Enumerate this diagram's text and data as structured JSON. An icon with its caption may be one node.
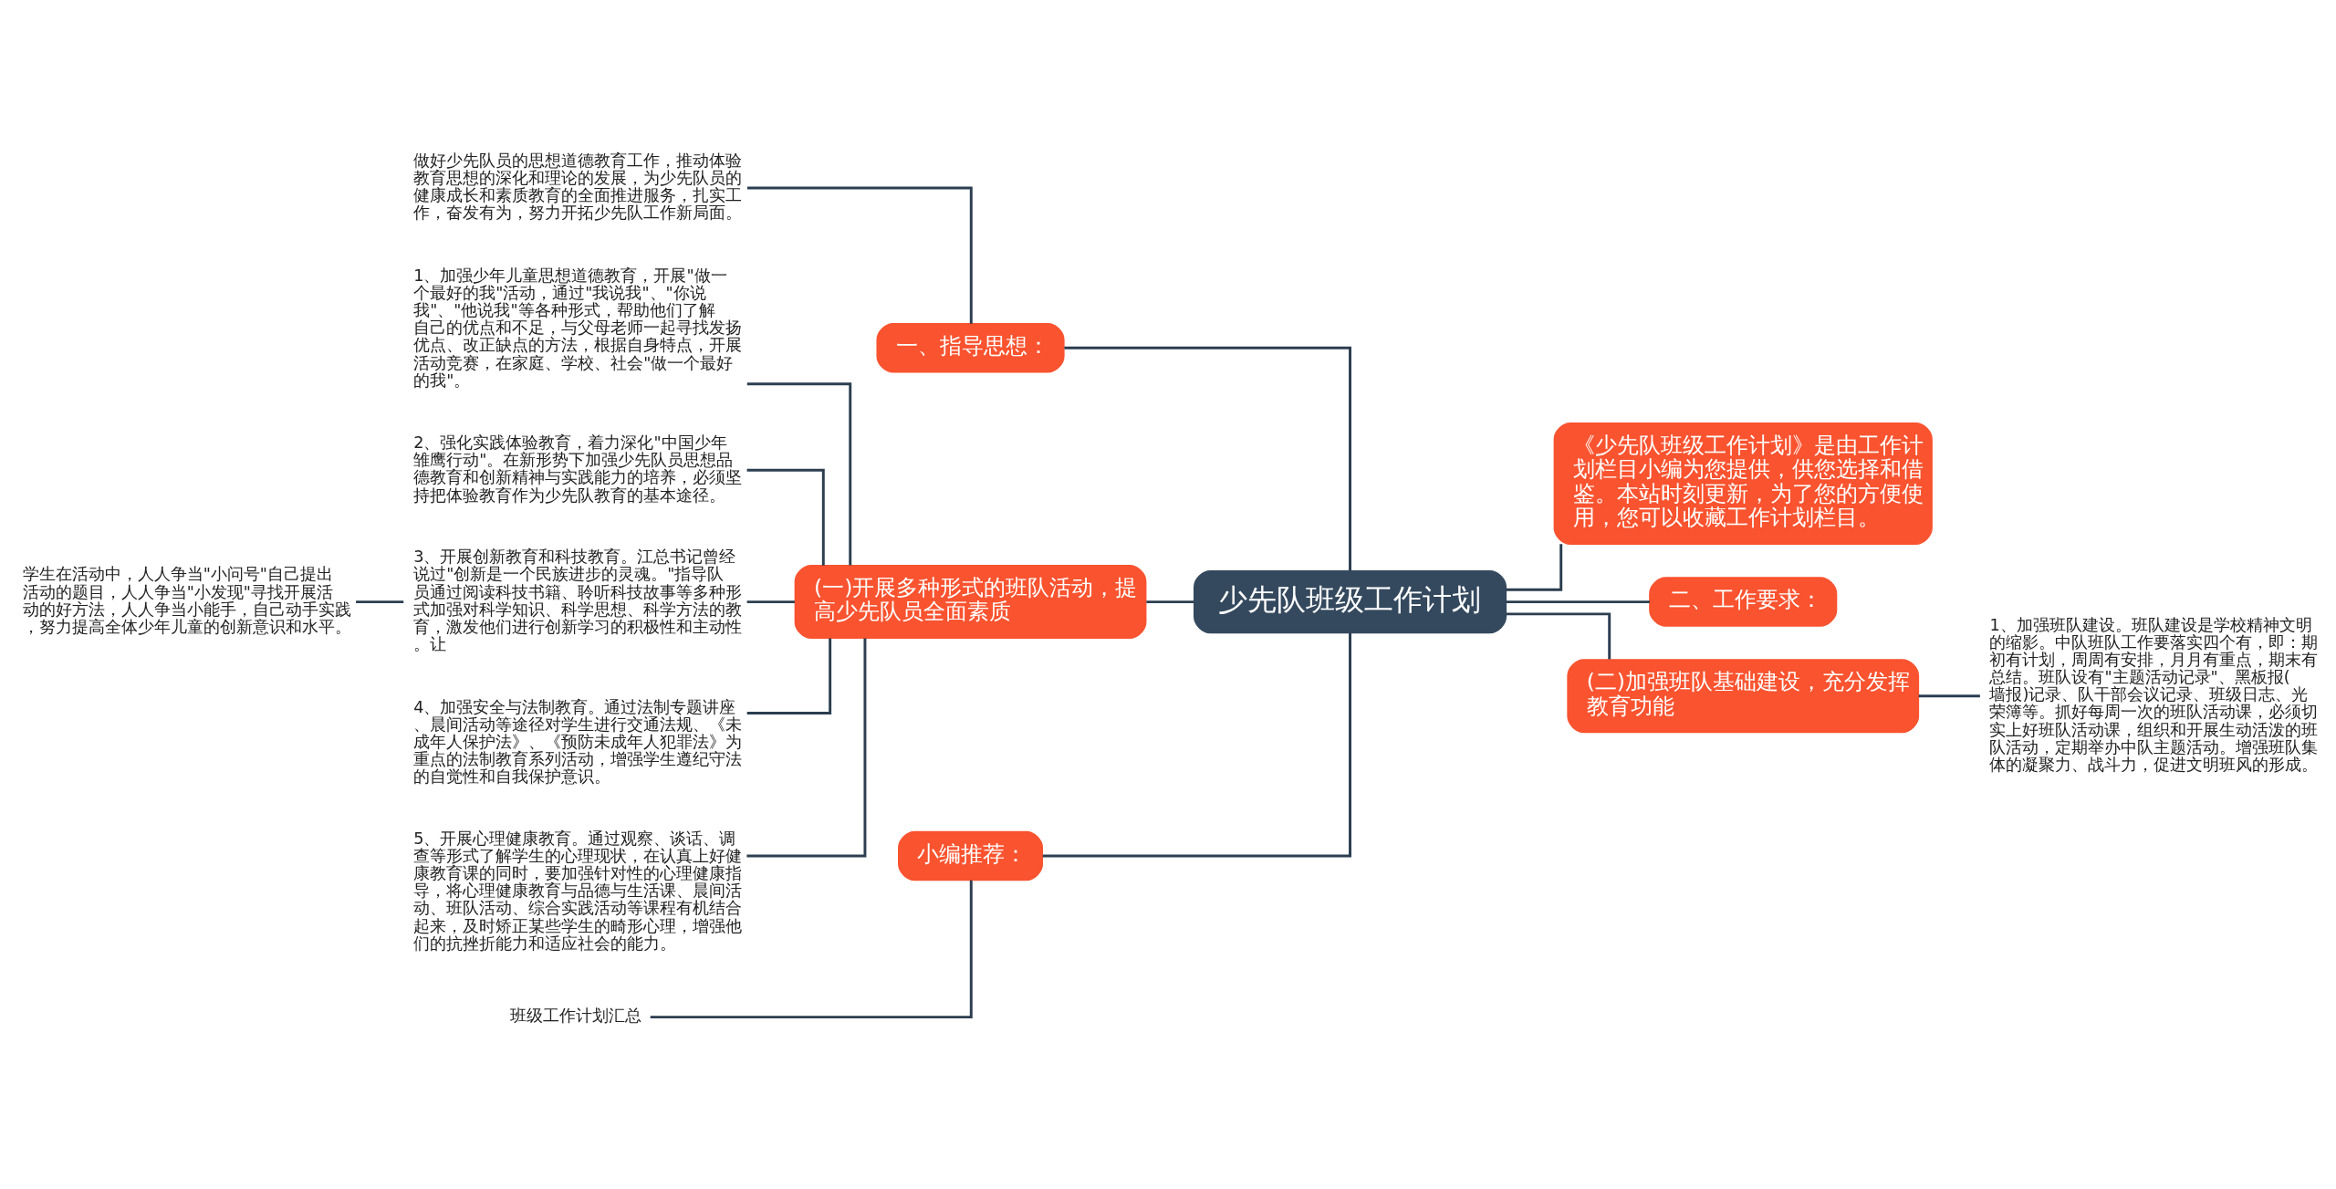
{
  "diagram": {
    "nodes": [
      {
        "text": [
          "少先队班级工作计划"
        ]
      },
      {
        "text": [
          "一、指导思想："
        ]
      },
      {
        "text": [
          "做好少先队员的思想道德教育工作，推动体验教育思想的深化和理论的发展，为少先队员的健康成长和素质教育的全面推进服务，扎实工作，奋发有为，努力开拓少先队工作新局面。"
        ]
      },
      {
        "text": [
          "(一)开展多种形式的班队活动，提高少先队员全面素质"
        ]
      },
      {
        "text": [
          "1、加强少年儿童思想道德教育，开展\"做一个最好的我\"活动，通过\"我说我\"、\"你说我\"、\"他说我\"等各种形式，帮助他们了解自己的优点和不足，与父母老师一起寻找发扬优点、改正缺点的方法，根据自身特点，开展活动竞赛，在家庭、学校、社会\"做一个最好的我\"。"
        ]
      },
      {
        "text": [
          "2、强化实践体验教育，着力深化\"中国少年雏鹰行动\"。在新形势下加强少先队员思想品德教育和创新精神与实践能力的培养，必须坚持把体验教育作为少先队教育的基本途径。"
        ]
      },
      {
        "text": [
          "3、开展创新教育和科技教育。江总书记曾经说过\"创新是一个民族进步的灵魂。\"指导队员通过阅读科技书籍、聆听科技故事等多种形式加强对科学知识、科学思想、科学方法的教育，激发他们进行创新学习的积极性和主动性。让"
        ]
      },
      {
        "text": [
          "学生在活动中，人人争当\"小问号\"自己提出活动的题目，人人争当\"小发现\"寻找开展活动的好方法，人人争当小能手，自己动手实践，努力提高全体少年儿童的创新意识和水平。"
        ]
      },
      {
        "text": [
          "4、加强安全与法制教育。通过法制专题讲座、晨间活动等途径对学生进行交通法规、《未成年人保护法》、《预防未成年人犯罪法》为重点的法制教育系列活动，增强学生遵纪守法的自觉性和自我保护意识。"
        ]
      },
      {
        "text": [
          "5、开展心理健康教育。通过观察、谈话、调查等形式了解学生的心理现状，在认真上好健康教育课的同时，要加强针对性的心理健康指导，将心理健康教育与品德与生活课、晨间活动、班队活动、综合实践活动等课程有机结合起来，及时矫正某些学生的畸形心理，增强他们的抗挫折能力和适应社会的能力。"
        ]
      },
      {
        "text": [
          "小编推荐："
        ]
      },
      {
        "text": [
          "班级工作计划汇总"
        ]
      },
      {
        "text": [
          "《少先队班级工作计划》是由工作计划栏目小编为您提供，供您选择和借鉴。本站时刻更新，为了您的方便使用，您可以收藏工作计划栏目。"
        ]
      },
      {
        "text": [
          "二、工作要求："
        ]
      },
      {
        "text": [
          "(二)加强班队基础建设，充分发挥教育功能"
        ]
      },
      {
        "text": [
          "1、加强班队建设。班队建设是学校精神文明的缩影。中队班队工作要落实四个有，即：期初有计划，周周有安排，月月有重点，期末有总结。班队设有\"主题活动记录\"、黑板报(墙报)记录、队干部会议记录、班级日志、光荣簿等。抓好每周一次的班队活动课，必须切实上好班队活动课，组织和开展生动活泼的班队活动，定期举办中队主题活动。增强班队集体的凝聚力、战斗力，促进文明班风的形成。"
        ]
      }
    ],
    "edges": [
      {
        "from": 0,
        "to": 1,
        "arrow": "none"
      },
      {
        "from": 1,
        "to": 2,
        "arrow": "none"
      },
      {
        "from": 0,
        "to": 3,
        "arrow": "none"
      },
      {
        "from": 3,
        "to": 4,
        "arrow": "none"
      },
      {
        "from": 3,
        "to": 5,
        "arrow": "none"
      },
      {
        "from": 3,
        "to": 6,
        "arrow": "none"
      },
      {
        "from": 6,
        "to": 7,
        "arrow": "none"
      },
      {
        "from": 3,
        "to": 8,
        "arrow": "none"
      },
      {
        "from": 3,
        "to": 9,
        "arrow": "none"
      },
      {
        "from": 0,
        "to": 10,
        "arrow": "none"
      },
      {
        "from": 10,
        "to": 11,
        "arrow": "none"
      },
      {
        "from": 0,
        "to": 12,
        "arrow": "none"
      },
      {
        "from": 0,
        "to": 13,
        "arrow": "none"
      },
      {
        "from": 0,
        "to": 14,
        "arrow": "none"
      },
      {
        "from": 14,
        "to": 15,
        "arrow": "none"
      }
    ]
  }
}
